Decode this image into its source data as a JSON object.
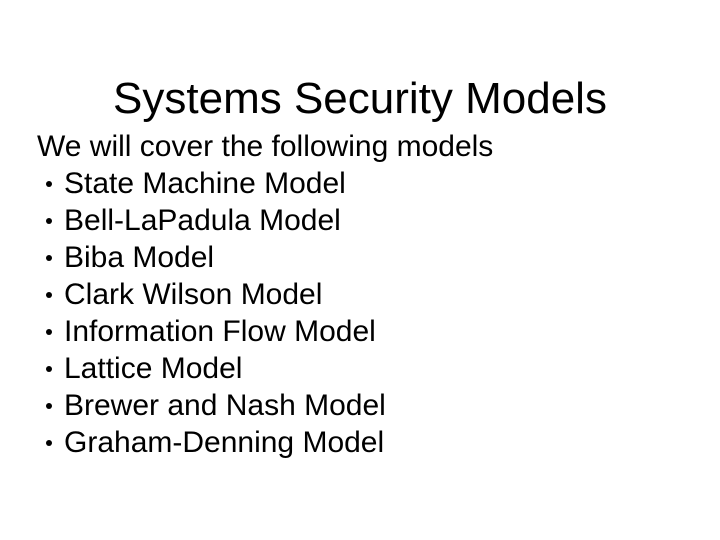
{
  "slide": {
    "title": "Systems Security Models",
    "intro": "We will cover the following models",
    "bullets": [
      {
        "label": "State Machine Model"
      },
      {
        "label": "Bell-LaPadula Model"
      },
      {
        "label": "Biba Model"
      },
      {
        "label": "Clark Wilson Model"
      },
      {
        "label": "Information Flow Model"
      },
      {
        "label": "Lattice Model"
      },
      {
        "label": "Brewer and Nash Model"
      },
      {
        "label": "Graham-Denning Model"
      }
    ],
    "colors": {
      "background": "#ffffff",
      "text": "#000000"
    }
  }
}
